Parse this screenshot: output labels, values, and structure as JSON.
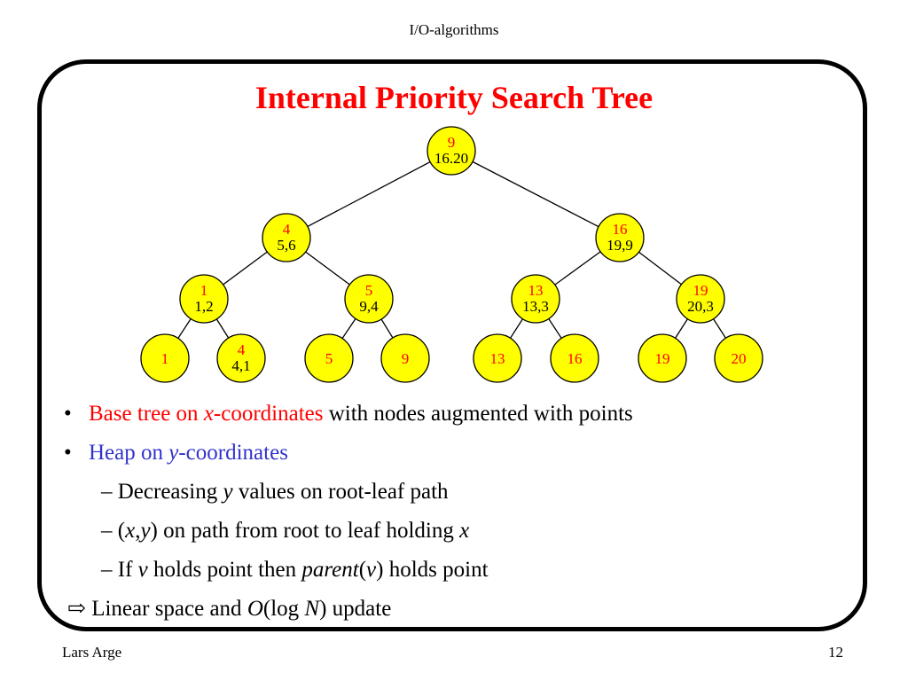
{
  "header": {
    "title": "I/O-algorithms"
  },
  "slide": {
    "title": "Internal Priority Search Tree"
  },
  "colors": {
    "title": "#ff0000",
    "node_fill": "#ffff00",
    "node_key": "#ff0000",
    "node_point": "#000000",
    "bullet_red": "#ff0000",
    "bullet_blue": "#3333cc"
  },
  "tree": {
    "nodes": [
      {
        "id": "root",
        "key": "9",
        "point": "16.20"
      },
      {
        "id": "l",
        "key": "4",
        "point": "5,6"
      },
      {
        "id": "r",
        "key": "16",
        "point": "19,9"
      },
      {
        "id": "ll",
        "key": "1",
        "point": "1,2"
      },
      {
        "id": "lr",
        "key": "5",
        "point": "9,4"
      },
      {
        "id": "rl",
        "key": "13",
        "point": "13,3"
      },
      {
        "id": "rr",
        "key": "19",
        "point": "20,3"
      },
      {
        "id": "lll",
        "key": "1",
        "point": ""
      },
      {
        "id": "llr",
        "key": "4",
        "point": "4,1"
      },
      {
        "id": "lrl",
        "key": "5",
        "point": ""
      },
      {
        "id": "lrr",
        "key": "9",
        "point": ""
      },
      {
        "id": "rll",
        "key": "13",
        "point": ""
      },
      {
        "id": "rlr",
        "key": "16",
        "point": ""
      },
      {
        "id": "rrl",
        "key": "19",
        "point": ""
      },
      {
        "id": "rrr",
        "key": "20",
        "point": ""
      }
    ]
  },
  "bullets": {
    "b1": {
      "marker": "•",
      "red_part1": "Base tree on ",
      "red_var": "x",
      "red_part2": "-coordinates",
      "rest": " with nodes augmented with points"
    },
    "b2": {
      "marker": "•",
      "blue_part1": "Heap on ",
      "blue_var": "y",
      "blue_part2": "-coordinates"
    },
    "s1": {
      "dash": "–",
      "a": " Decreasing ",
      "var": "y",
      "b": " values on root-leaf path"
    },
    "s2": {
      "dash": "–",
      "a": " (",
      "x": "x",
      "comma": ",",
      "y": "y",
      "b": ") on path from root to leaf holding ",
      "x2": "x"
    },
    "s3": {
      "dash": "–",
      "a": " If ",
      "v": "v",
      "b": " holds point then ",
      "parent": "parent",
      "c": "(",
      "v2": "v",
      "d": ") holds point"
    },
    "conclusion": {
      "arrow": "⇨",
      "a": " Linear space and ",
      "O": "O",
      "b": "(log ",
      "N": "N",
      "c": ") update"
    }
  },
  "footer": {
    "author": "Lars Arge",
    "page": "12"
  }
}
